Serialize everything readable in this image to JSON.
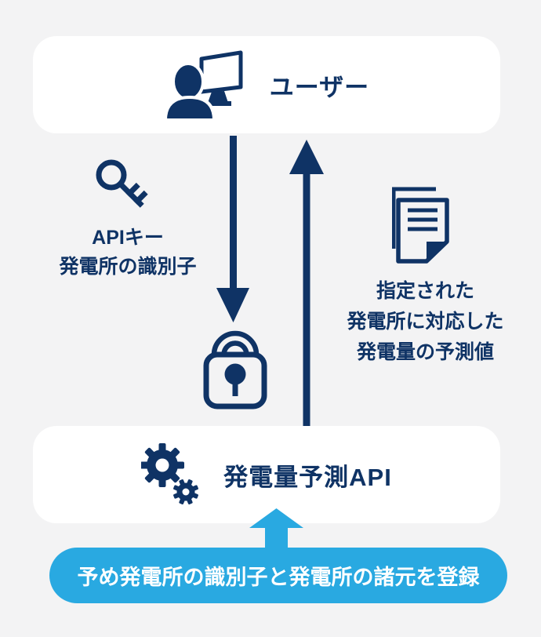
{
  "colors": {
    "navy": "#0f3365",
    "accent_blue": "#29a9e1",
    "background": "#f3f3f4",
    "box_background": "#ffffff",
    "banner_text": "#ffffff"
  },
  "user_box": {
    "label": "ユーザー",
    "icon": "user-at-monitor-icon"
  },
  "request_flow": {
    "icon": "key-icon",
    "lines": [
      "APIキー",
      "発電所の識別子"
    ]
  },
  "auth": {
    "icon": "lock-icon"
  },
  "response_flow": {
    "icon": "documents-icon",
    "lines": [
      "指定された",
      "発電所に対応した",
      "発電量の予測値"
    ]
  },
  "api_box": {
    "label": "発電量予測API",
    "icon": "gears-icon"
  },
  "registration_banner": {
    "label": "予め発電所の識別子と発電所の諸元を登録"
  }
}
